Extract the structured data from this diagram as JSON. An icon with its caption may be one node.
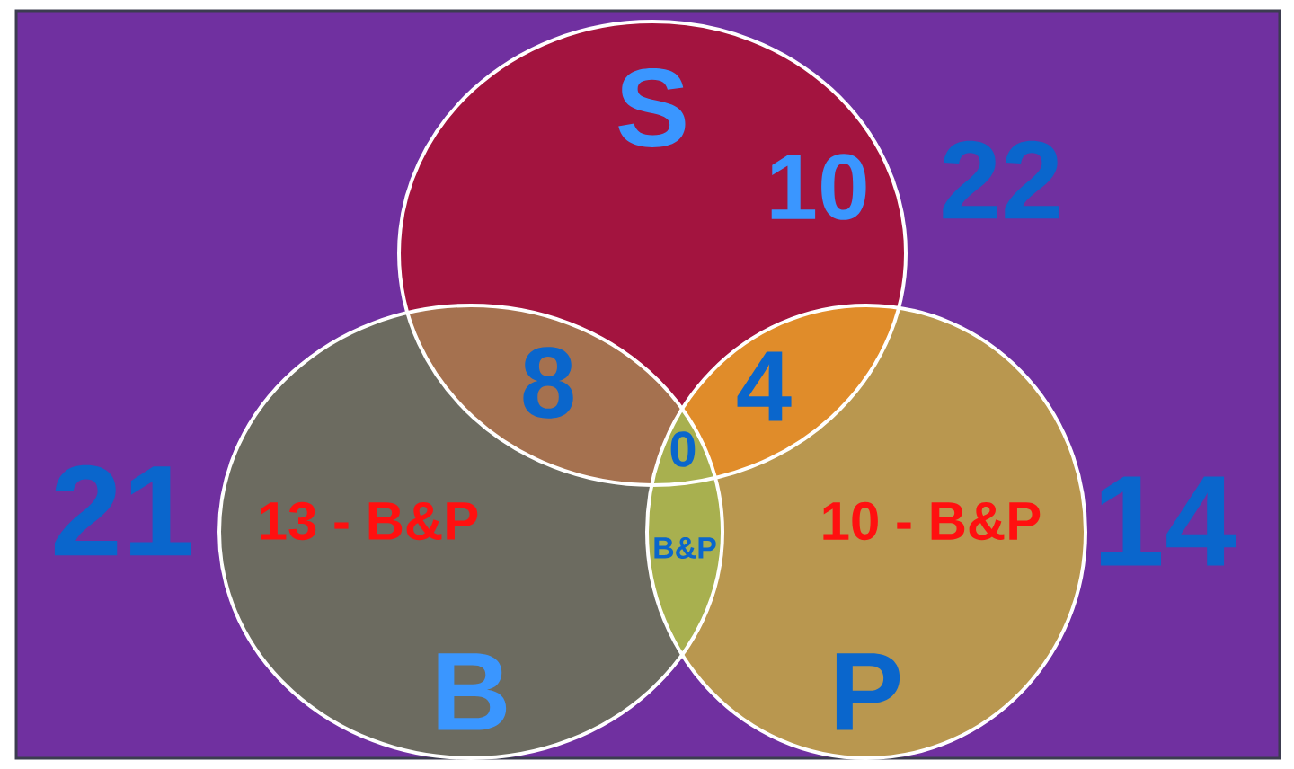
{
  "diagram": {
    "nodes": [
      {
        "text": [
          "S"
        ]
      },
      {
        "text": [
          "B"
        ]
      },
      {
        "text": [
          "P"
        ]
      }
    ],
    "edges": [],
    "labels": [
      "10",
      "22",
      "8",
      "4",
      "0",
      "21",
      "13 - B&P",
      "B&P",
      "10 - B&P",
      "14"
    ]
  }
}
